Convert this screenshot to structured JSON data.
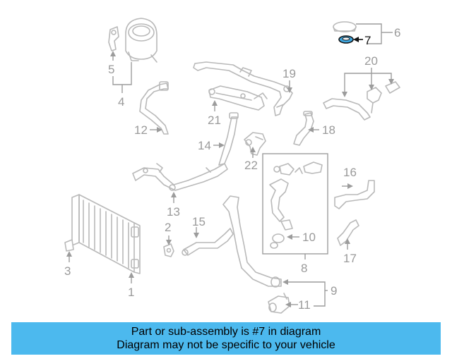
{
  "callouts": [
    "1",
    "2",
    "3",
    "4",
    "5",
    "6",
    "7",
    "8",
    "9",
    "10",
    "11",
    "12",
    "13",
    "14",
    "15",
    "16",
    "17",
    "18",
    "19",
    "20",
    "21",
    "22"
  ],
  "highlighted_part": "7",
  "banner": {
    "line1": "Part or sub-assembly is #7 in diagram",
    "line2": "Diagram may not be specific to your vehicle"
  },
  "colors": {
    "banner": "#4cb9ee",
    "linework": "#b9b9b9",
    "highlight": "#111111"
  }
}
